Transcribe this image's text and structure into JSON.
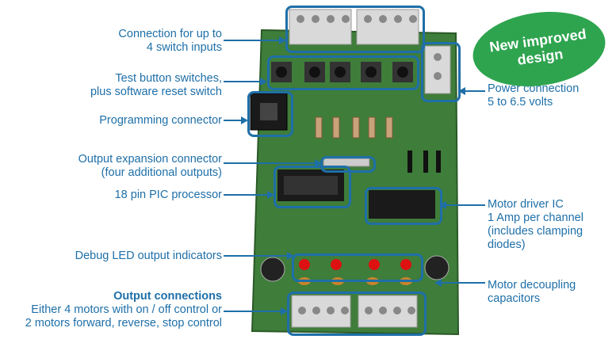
{
  "labels": {
    "switch_inputs": [
      "Connection for up to",
      "4 switch inputs"
    ],
    "test_buttons": [
      "Test button switches,",
      "plus software reset switch"
    ],
    "programming": "Programming connector",
    "expansion": [
      "Output expansion connector",
      "(four additional outputs)"
    ],
    "pic": "18 pin PIC processor",
    "debug_led": "Debug LED output indicators",
    "output_title": "Output connections",
    "output_desc": [
      "Either 4 motors with on / off control or",
      "2 motors forward, reverse, stop control"
    ],
    "power": [
      "Power connection",
      "5 to 6.5 volts"
    ],
    "motor_driver": [
      "Motor driver IC",
      "1 Amp per channel",
      "(includes clamping",
      "diodes)"
    ],
    "decoupling": [
      "Motor decoupling",
      "capacitors"
    ]
  },
  "badge": [
    "New improved",
    "design"
  ],
  "colors": {
    "label": "#1e6fa8",
    "badge": "#2ea44f",
    "board": "#3f7d3a"
  }
}
